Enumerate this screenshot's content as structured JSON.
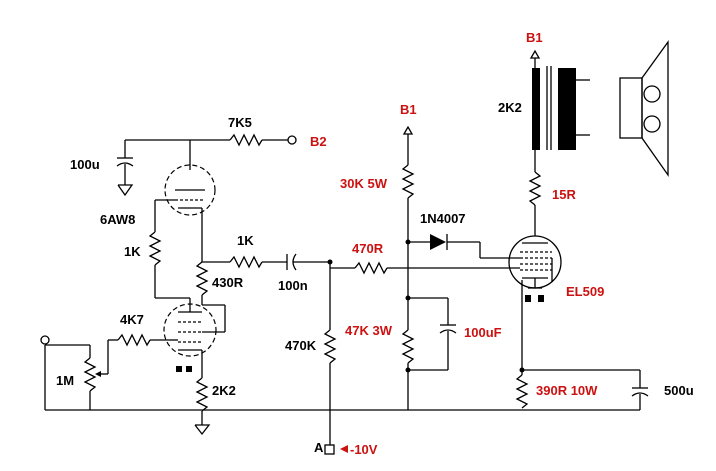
{
  "labels": {
    "r_7k5": "7K5",
    "b2": "B2",
    "c_100u": "100u",
    "tube_6aw8": "6AW8",
    "r_1k_a": "1K",
    "r_1k_b": "1K",
    "r_430r": "430R",
    "c_100n": "100n",
    "r_4k7": "4K7",
    "pot_1m": "1M",
    "r_2k2_cath": "2K2",
    "r_470k": "470K",
    "point_a": "A",
    "point_a_voltage": "-10V",
    "b1_mid": "B1",
    "r_30k": "30K 5W",
    "diode": "1N4007",
    "r_470r": "470R",
    "r_47k": "47K 3W",
    "c_100uf": "100uF",
    "b1_top": "B1",
    "transformer": "2K2",
    "r_15r": "15R",
    "tube_el509": "EL509",
    "r_390r": "390R 10W",
    "c_500u": "500u"
  },
  "colors": {
    "wire": "#000000",
    "label_red": "#cc1111",
    "label_black": "#000000"
  }
}
